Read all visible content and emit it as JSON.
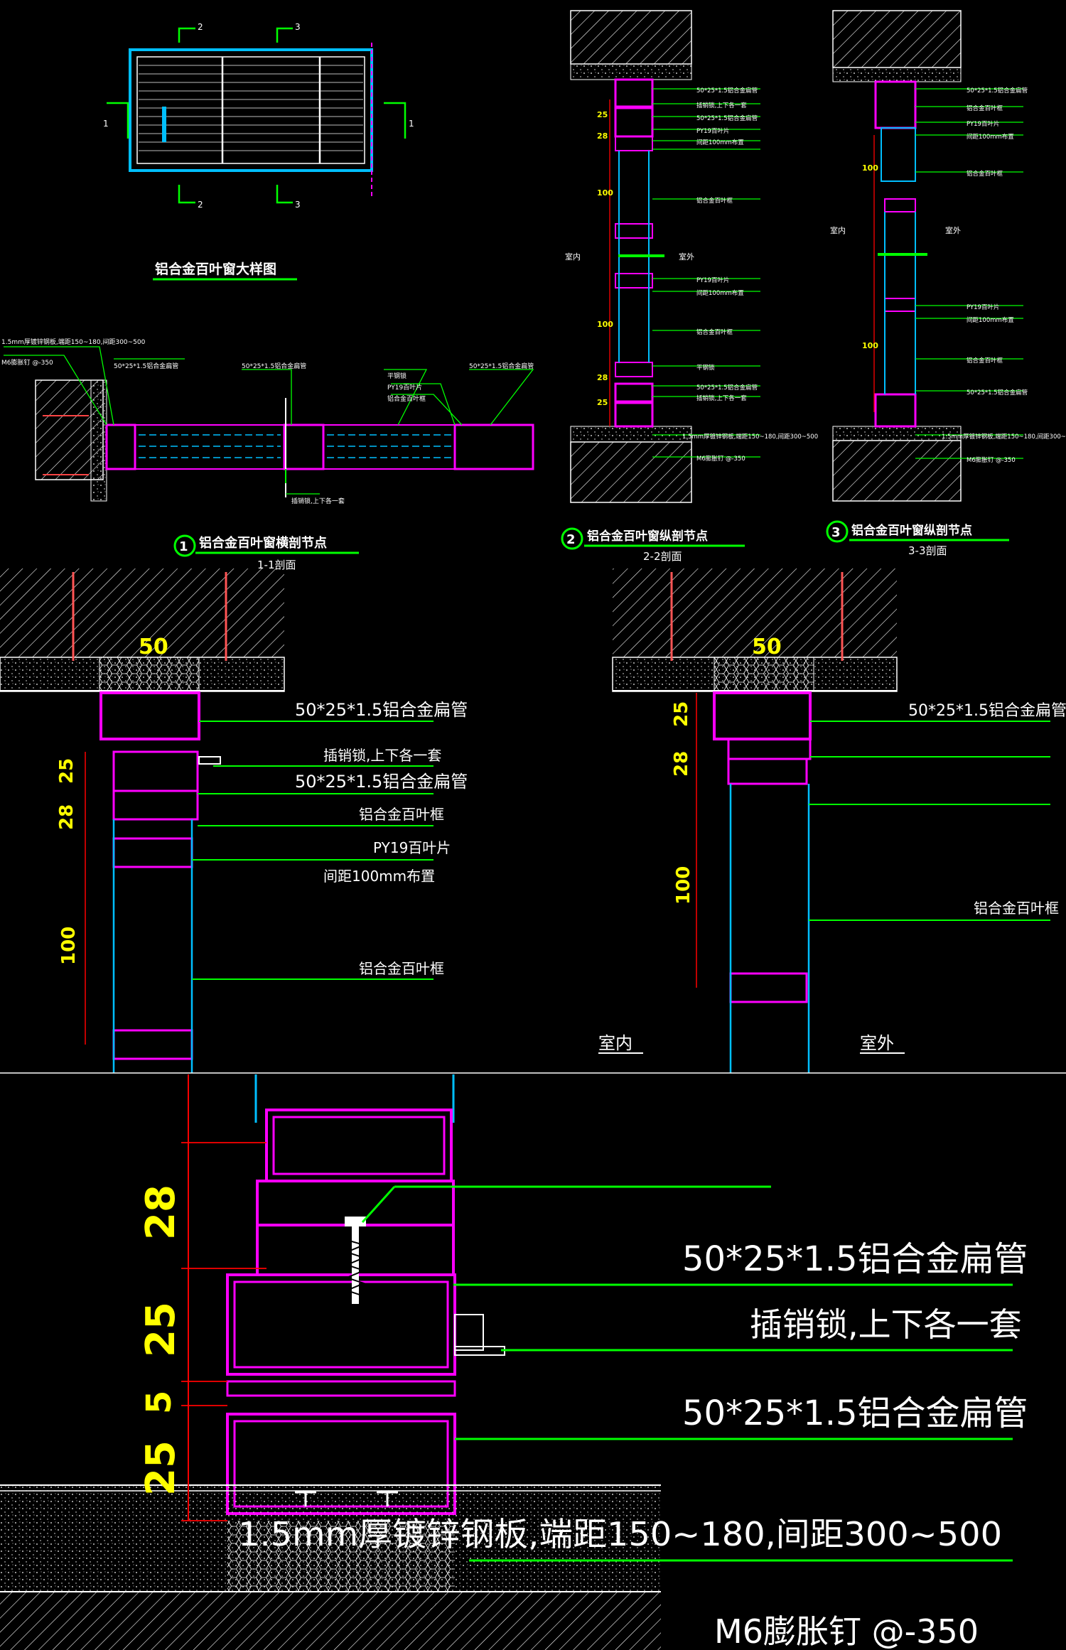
{
  "plan": {
    "title": "铝合金百叶窗大样图",
    "section_marks": [
      "1",
      "1",
      "2",
      "2",
      "3",
      "3"
    ]
  },
  "detail1": {
    "number": "1",
    "title": "铝合金百叶窗横剖节点",
    "subtitle": "1-1剖面",
    "notes": [
      "1.5mm厚镀锌钢板,端距150~180,间距300~500",
      "M6膨胀钉 @-350",
      "50*25*1.5铝合金扁管",
      "50*25*1.5铝合金扁管",
      "平钢锁",
      "PY19百叶片",
      "铝合金百叶框",
      "插销锁,上下各一套",
      "50*25*1.5铝合金扁管"
    ]
  },
  "detail2": {
    "number": "2",
    "title": "铝合金百叶窗纵剖节点",
    "subtitle": "2-2剖面",
    "side_labels": [
      "室内",
      "室外"
    ],
    "dims": [
      "25",
      "28",
      "100",
      "100",
      "28",
      "25"
    ],
    "notes": [
      "50*25*1.5铝合金扁管",
      "插销锁,上下各一套",
      "50*25*1.5铝合金扁管",
      "PY19百叶片",
      "间距100mm布置",
      "铝合金百叶框",
      "PY19百叶片",
      "间距100mm布置",
      "铝合金百叶框",
      "平钢锁",
      "50*25*1.5铝合金扁管",
      "插销锁,上下各一套",
      "1.5mm厚镀锌钢板,端距150~180,间距300~500",
      "M6膨胀钉 @-350"
    ]
  },
  "detail3": {
    "number": "3",
    "title": "铝合金百叶窗纵剖节点",
    "subtitle": "3-3剖面",
    "side_labels": [
      "室内",
      "室外"
    ],
    "dims": [
      "100",
      "100"
    ],
    "notes": [
      "50*25*1.5铝合金扁管",
      "铝合金百叶框",
      "PY19百叶片",
      "间距100mm布置",
      "铝合金百叶框",
      "PY19百叶片",
      "间距100mm布置",
      "铝合金百叶框",
      "50*25*1.5铝合金扁管",
      "1.5mm厚镀锌钢板,端距150~180,间距300~500",
      "M6膨胀钉 @-350"
    ]
  },
  "zoomA": {
    "top_dim": "50",
    "dims": [
      "25",
      "28",
      "100"
    ],
    "notes": [
      "50*25*1.5铝合金扁管",
      "插销锁,上下各一套",
      "50*25*1.5铝合金扁管",
      "铝合金百叶框",
      "PY19百叶片",
      "间距100mm布置",
      "铝合金百叶框"
    ]
  },
  "zoomB": {
    "top_dim": "50",
    "dims": [
      "25",
      "28",
      "100"
    ],
    "notes": [
      "50*25*1.5铝合金扁管",
      "铝合金百叶框"
    ],
    "side_labels": [
      "室内",
      "室外"
    ]
  },
  "zoomC": {
    "dims": [
      "28",
      "25",
      "5",
      "25"
    ],
    "notes": [
      "50*25*1.5铝合金扁管",
      "插销锁,上下各一套",
      "50*25*1.5铝合金扁管",
      "1.5mm厚镀锌钢板,端距150~180,间距300~500",
      "M6膨胀钉 @-350"
    ]
  },
  "colors": {
    "frame": "#ff00ff",
    "leader": "#00ff00",
    "dim_text": "#ffff00",
    "dim_line": "#ff0000",
    "glass": "#00bfff",
    "structure": "#ffffff",
    "background": "#000000"
  }
}
